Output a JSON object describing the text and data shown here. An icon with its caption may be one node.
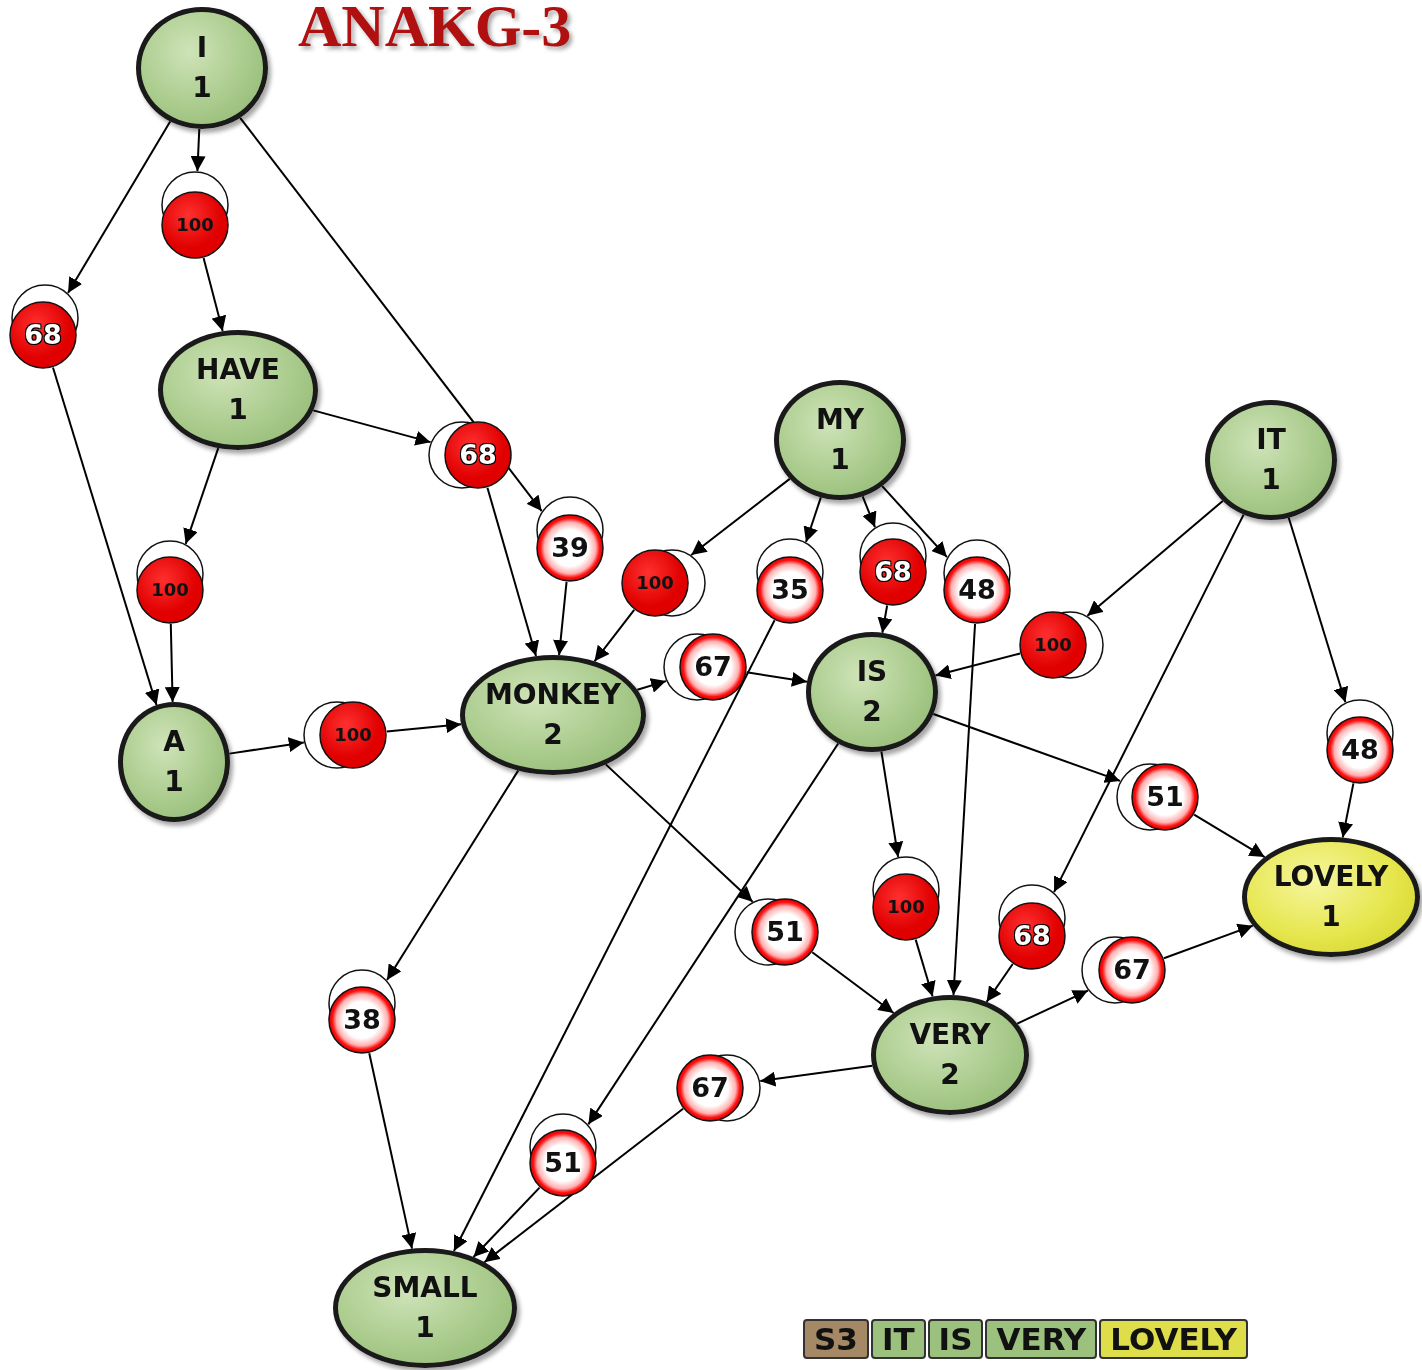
{
  "diagram": {
    "title": "ANAKG-3",
    "nodes": [
      {
        "text": [
          "I",
          "1"
        ]
      },
      {
        "text": [
          "100"
        ]
      },
      {
        "text": [
          "68"
        ]
      },
      {
        "text": [
          "HAVE",
          "1"
        ]
      },
      {
        "text": [
          "68"
        ]
      },
      {
        "text": [
          "39"
        ]
      },
      {
        "text": [
          "100"
        ]
      },
      {
        "text": [
          "MY",
          "1"
        ]
      },
      {
        "text": [
          "IT",
          "1"
        ]
      },
      {
        "text": [
          "100"
        ]
      },
      {
        "text": [
          "35"
        ]
      },
      {
        "text": [
          "68"
        ]
      },
      {
        "text": [
          "48"
        ]
      },
      {
        "text": [
          "100"
        ]
      },
      {
        "text": [
          "67"
        ]
      },
      {
        "text": [
          "A",
          "1"
        ]
      },
      {
        "text": [
          "100"
        ]
      },
      {
        "text": [
          "MONKEY",
          "2"
        ]
      },
      {
        "text": [
          "IS",
          "2"
        ]
      },
      {
        "text": [
          "48"
        ]
      },
      {
        "text": [
          "51"
        ]
      },
      {
        "text": [
          "LOVELY",
          "1"
        ]
      },
      {
        "text": [
          "100"
        ]
      },
      {
        "text": [
          "51"
        ]
      },
      {
        "text": [
          "68"
        ]
      },
      {
        "text": [
          "67"
        ]
      },
      {
        "text": [
          "38"
        ]
      },
      {
        "text": [
          "VERY",
          "2"
        ]
      },
      {
        "text": [
          "67"
        ]
      },
      {
        "text": [
          "51"
        ]
      },
      {
        "text": [
          "SMALL",
          "1"
        ]
      }
    ],
    "edges": [
      {
        "from": 0,
        "to": 1,
        "arrow": "to"
      },
      {
        "from": 1,
        "to": 3,
        "arrow": "to"
      },
      {
        "from": 0,
        "to": 2,
        "arrow": "to"
      },
      {
        "from": 2,
        "to": 15,
        "arrow": "to"
      },
      {
        "from": 3,
        "to": 4,
        "arrow": "to"
      },
      {
        "from": 4,
        "to": 17,
        "arrow": "to"
      },
      {
        "from": 0,
        "to": 5,
        "arrow": "to"
      },
      {
        "from": 5,
        "to": 17,
        "arrow": "to"
      },
      {
        "from": 3,
        "to": 6,
        "arrow": "to"
      },
      {
        "from": 6,
        "to": 15,
        "arrow": "to"
      },
      {
        "from": 15,
        "to": 16,
        "arrow": "to"
      },
      {
        "from": 16,
        "to": 17,
        "arrow": "to"
      },
      {
        "from": 7,
        "to": 9,
        "arrow": "to"
      },
      {
        "from": 9,
        "to": 17,
        "arrow": "to"
      },
      {
        "from": 7,
        "to": 10,
        "arrow": "to"
      },
      {
        "from": 10,
        "to": 30,
        "arrow": "to"
      },
      {
        "from": 7,
        "to": 11,
        "arrow": "to"
      },
      {
        "from": 11,
        "to": 18,
        "arrow": "to"
      },
      {
        "from": 7,
        "to": 12,
        "arrow": "to"
      },
      {
        "from": 12,
        "to": 27,
        "arrow": "to"
      },
      {
        "from": 17,
        "to": 14,
        "arrow": "to"
      },
      {
        "from": 14,
        "to": 18,
        "arrow": "to"
      },
      {
        "from": 8,
        "to": 13,
        "arrow": "to"
      },
      {
        "from": 13,
        "to": 18,
        "arrow": "to"
      },
      {
        "from": 8,
        "to": 19,
        "arrow": "to"
      },
      {
        "from": 19,
        "to": 21,
        "arrow": "to"
      },
      {
        "from": 18,
        "to": 20,
        "arrow": "to"
      },
      {
        "from": 20,
        "to": 21,
        "arrow": "to"
      },
      {
        "from": 8,
        "to": 24,
        "arrow": "to"
      },
      {
        "from": 24,
        "to": 27,
        "arrow": "to"
      },
      {
        "from": 18,
        "to": 22,
        "arrow": "to"
      },
      {
        "from": 22,
        "to": 27,
        "arrow": "to"
      },
      {
        "from": 17,
        "to": 23,
        "arrow": "to"
      },
      {
        "from": 23,
        "to": 27,
        "arrow": "to"
      },
      {
        "from": 27,
        "to": 25,
        "arrow": "to"
      },
      {
        "from": 25,
        "to": 21,
        "arrow": "to"
      },
      {
        "from": 27,
        "to": 28,
        "arrow": "to"
      },
      {
        "from": 28,
        "to": 30,
        "arrow": "to"
      },
      {
        "from": 17,
        "to": 26,
        "arrow": "to"
      },
      {
        "from": 26,
        "to": 30,
        "arrow": "to"
      },
      {
        "from": 18,
        "to": 29,
        "arrow": "to"
      },
      {
        "from": 29,
        "to": 30,
        "arrow": "to"
      }
    ],
    "legend": [
      {
        "text": "S3",
        "color": "#a58866"
      },
      {
        "text": "IT",
        "color": "#9cc17e"
      },
      {
        "text": "IS",
        "color": "#9cc17e"
      },
      {
        "text": "VERY",
        "color": "#9cc17e"
      },
      {
        "text": "LOVELY",
        "color": "#dede4a"
      }
    ]
  }
}
